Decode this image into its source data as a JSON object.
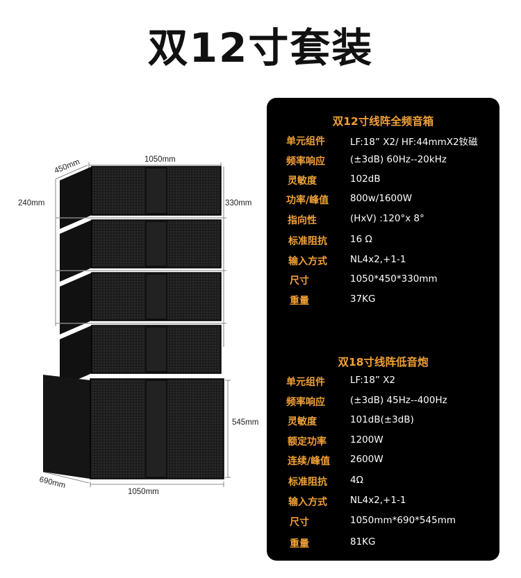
{
  "page": {
    "title": "双12寸套装"
  },
  "dimensions": {
    "top_width": "1050mm",
    "top_depth": "450mm",
    "top_height_left": "240mm",
    "top_height_right": "330mm",
    "sub_height": "545mm",
    "sub_depth": "690mm",
    "sub_width": "1050mm"
  },
  "spec_panel": {
    "fullrange": {
      "title": "双12寸线阵全频音箱",
      "rows": [
        {
          "label": "单元组件",
          "value": "LF:18” X2/ HF:44mmX2钕磁"
        },
        {
          "label": "频率响应",
          "value": "(±3dB) 60Hz--20kHz"
        },
        {
          "label": "灵敏度",
          "value": "102dB"
        },
        {
          "label": "功率/峰值",
          "value": "800w/1600W"
        },
        {
          "label": "指向性",
          "value": "(HxV) :120°x 8°"
        },
        {
          "label": "标准阻抗",
          "value": "16 Ω"
        },
        {
          "label": "输入方式",
          "value": "NL4x2,+1-1"
        },
        {
          "label": "尺寸",
          "value": "1050*450*330mm"
        },
        {
          "label": "重量",
          "value": "37KG"
        }
      ]
    },
    "subwoofer": {
      "title": "双18寸线阵低音炮",
      "rows": [
        {
          "label": "单元组件",
          "value": "LF:18” X2"
        },
        {
          "label": "频率响应",
          "value": "(±3dB) 45Hz--400Hz"
        },
        {
          "label": "灵敏度",
          "value": "101dB(±3dB)"
        },
        {
          "label": "额定功率",
          "value": "1200W"
        },
        {
          "label": "连续/峰值",
          "value": "2600W"
        },
        {
          "label": "标准阻抗",
          "value": "4Ω"
        },
        {
          "label": "输入方式",
          "value": "NL4x2,+1-1"
        },
        {
          "label": "尺寸",
          "value": "1050mm*690*545mm"
        },
        {
          "label": "重量",
          "value": "81KG"
        }
      ]
    }
  },
  "colors": {
    "accent": "#f1a138",
    "panel_bg": "#000000",
    "value_text": "#ffffff"
  }
}
